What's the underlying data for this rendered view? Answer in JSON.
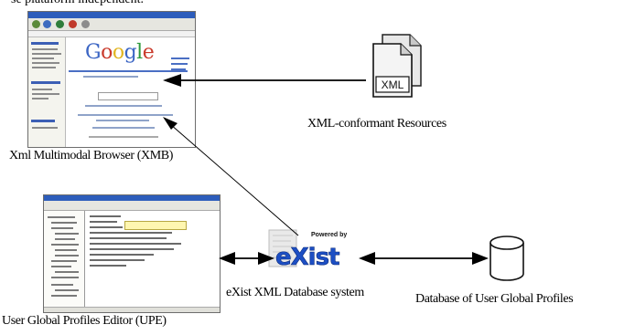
{
  "top_text": "se plataform independent.",
  "nodes": {
    "browser": {
      "caption": "Xml Multimodal Browser (XMB)",
      "logo_text": "Google"
    },
    "resources": {
      "caption": "XML-conformant Resources",
      "icon_label": "XML"
    },
    "editor": {
      "caption": "User Global Profiles Editor (UPE)"
    },
    "exist": {
      "caption": "eXist XML Database system",
      "logo_small": "Powered by",
      "logo_text": "eXist"
    },
    "database": {
      "caption": "Database of User Global Profiles"
    }
  },
  "edges": [
    {
      "from": "resources",
      "to": "browser",
      "style": "thick"
    },
    {
      "from": "exist",
      "to": "browser",
      "style": "thin"
    },
    {
      "from": "editor",
      "to": "exist",
      "style": "thick",
      "bidirectional": true
    },
    {
      "from": "exist",
      "to": "database",
      "style": "thick",
      "bidirectional": true
    }
  ]
}
